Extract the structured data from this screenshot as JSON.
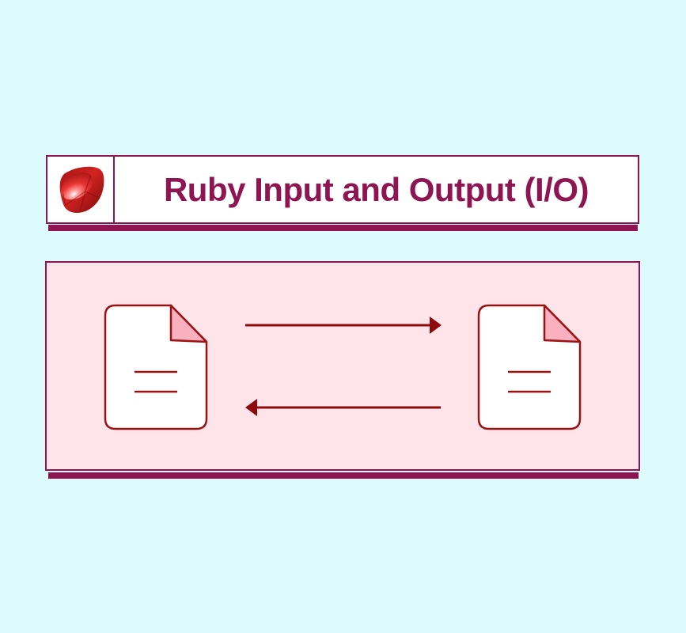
{
  "header": {
    "title": "Ruby Input and Output (I/O)",
    "logo_icon": "ruby-gem-icon"
  },
  "colors": {
    "page_background": "#ddfbfc",
    "accent_magenta": "#8e1452",
    "header_background": "#ffffff",
    "panel_pink": "#ffe4e9",
    "file_outline_red": "#9c1212",
    "fold_pink": "#f9b0bf",
    "arrow_red": "#8e0b0b",
    "file_fill": "#ffffff"
  },
  "diagram": {
    "nodes": [
      {
        "name": "input-file",
        "icon": "document-icon"
      },
      {
        "name": "output-file",
        "icon": "document-icon"
      }
    ],
    "arrows": [
      {
        "name": "input-arrow",
        "direction": "right"
      },
      {
        "name": "output-arrow",
        "direction": "left"
      }
    ]
  }
}
